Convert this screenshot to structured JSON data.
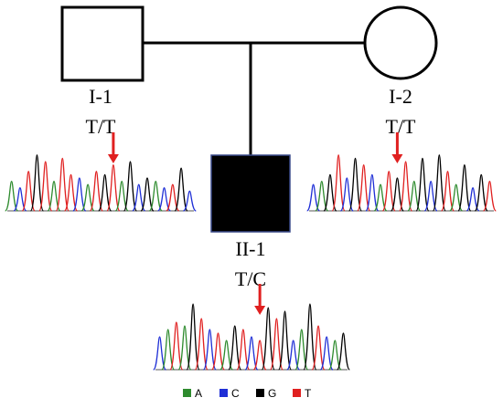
{
  "pedigree": {
    "individuals": [
      {
        "id": "I-1",
        "sex": "male",
        "affected": false,
        "genotype": "T/T"
      },
      {
        "id": "I-2",
        "sex": "female",
        "affected": false,
        "genotype": "T/T"
      },
      {
        "id": "II-1",
        "sex": "male",
        "affected": true,
        "genotype": "T/C"
      }
    ]
  },
  "chromatograms": [
    {
      "owner": "I-1",
      "peaks": [
        [
          "A",
          0.45
        ],
        [
          "C",
          0.35
        ],
        [
          "T",
          0.6
        ],
        [
          "G",
          0.85
        ],
        [
          "T",
          0.75
        ],
        [
          "A",
          0.45
        ],
        [
          "T",
          0.8
        ],
        [
          "T",
          0.55
        ],
        [
          "C",
          0.5
        ],
        [
          "A",
          0.4
        ],
        [
          "T",
          0.6
        ],
        [
          "G",
          0.55
        ],
        [
          "T",
          0.7
        ],
        [
          "A",
          0.45
        ],
        [
          "G",
          0.75
        ],
        [
          "C",
          0.4
        ],
        [
          "G",
          0.5
        ],
        [
          "A",
          0.45
        ],
        [
          "C",
          0.35
        ],
        [
          "T",
          0.4
        ],
        [
          "G",
          0.65
        ],
        [
          "C",
          0.3
        ]
      ],
      "arrow_peak": 12
    },
    {
      "owner": "I-2",
      "peaks": [
        [
          "C",
          0.4
        ],
        [
          "A",
          0.45
        ],
        [
          "G",
          0.55
        ],
        [
          "T",
          0.85
        ],
        [
          "C",
          0.5
        ],
        [
          "G",
          0.8
        ],
        [
          "T",
          0.7
        ],
        [
          "C",
          0.55
        ],
        [
          "A",
          0.4
        ],
        [
          "T",
          0.6
        ],
        [
          "G",
          0.5
        ],
        [
          "T",
          0.75
        ],
        [
          "A",
          0.45
        ],
        [
          "G",
          0.8
        ],
        [
          "C",
          0.45
        ],
        [
          "G",
          0.85
        ],
        [
          "T",
          0.6
        ],
        [
          "A",
          0.4
        ],
        [
          "G",
          0.7
        ],
        [
          "C",
          0.35
        ],
        [
          "G",
          0.55
        ],
        [
          "T",
          0.45
        ]
      ],
      "arrow_peak": 10
    },
    {
      "owner": "II-1",
      "peaks": [
        [
          "C",
          0.45
        ],
        [
          "A",
          0.55
        ],
        [
          "T",
          0.65
        ],
        [
          "A",
          0.6
        ],
        [
          "G",
          0.9
        ],
        [
          "T",
          0.7
        ],
        [
          "C",
          0.55
        ],
        [
          "T",
          0.5
        ],
        [
          "A",
          0.4
        ],
        [
          "G",
          0.6
        ],
        [
          "T",
          0.55
        ],
        [
          "C",
          0.45
        ],
        [
          "T",
          0.4
        ],
        [
          "G",
          0.85
        ],
        [
          "T",
          0.7
        ],
        [
          "G",
          0.8
        ],
        [
          "C",
          0.4
        ],
        [
          "A",
          0.55
        ],
        [
          "G",
          0.9
        ],
        [
          "T",
          0.6
        ],
        [
          "C",
          0.45
        ],
        [
          "A",
          0.4
        ],
        [
          "G",
          0.5
        ]
      ],
      "arrow_peak": 12
    }
  ],
  "legend": [
    {
      "base": "A",
      "color": "#2e8b2e"
    },
    {
      "base": "C",
      "color": "#1f2fd6"
    },
    {
      "base": "G",
      "color": "#000000"
    },
    {
      "base": "T",
      "color": "#e02020"
    }
  ],
  "colors": {
    "A": "#2e8b2e",
    "C": "#1f2fd6",
    "G": "#000000",
    "T": "#e02020",
    "arrow": "#e02020",
    "affected_fill": "#000000"
  }
}
